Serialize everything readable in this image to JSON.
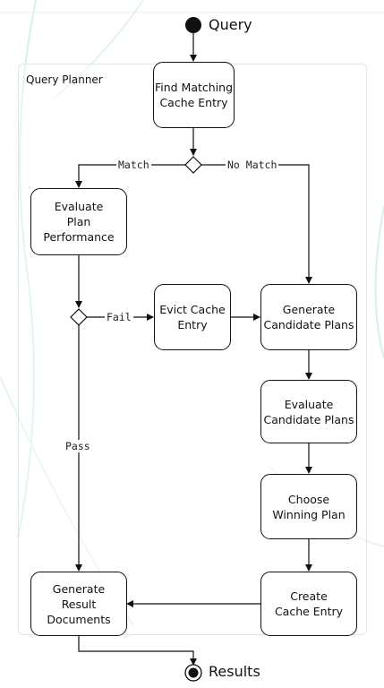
{
  "start": {
    "label": "Query"
  },
  "end": {
    "label": "Results"
  },
  "container": {
    "label": "Query Planner"
  },
  "nodes": {
    "find_cache": {
      "line1": "Find Matching",
      "line2": "Cache Entry"
    },
    "evaluate_plan": {
      "line1": "Evaluate",
      "line2": "Plan Performance"
    },
    "evict_cache": {
      "line1": "Evict Cache",
      "line2": "Entry"
    },
    "generate_candidates": {
      "line1": "Generate",
      "line2": "Candidate Plans"
    },
    "evaluate_candidates": {
      "line1": "Evaluate",
      "line2": "Candidate Plans"
    },
    "choose_winner": {
      "line1": "Choose",
      "line2": "Winning Plan"
    },
    "create_cache": {
      "line1": "Create",
      "line2": "Cache Entry"
    },
    "generate_results": {
      "line1": "Generate",
      "line2": "Result",
      "line3": "Documents"
    }
  },
  "edges": {
    "match": "Match",
    "no_match": "No Match",
    "fail": "Fail",
    "pass": "Pass"
  }
}
